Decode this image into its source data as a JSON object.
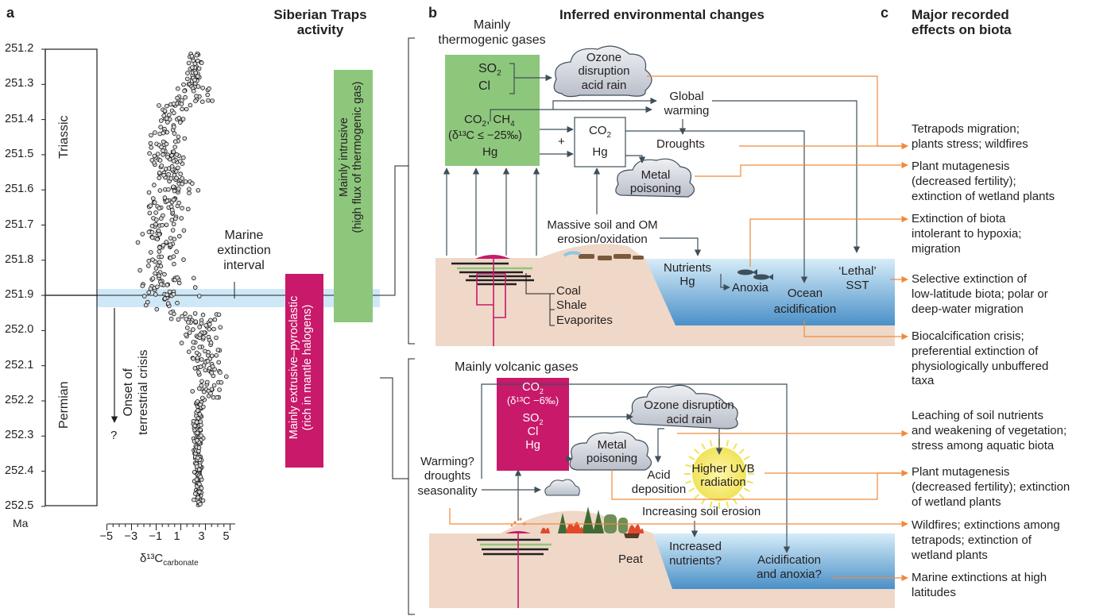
{
  "panel_labels": {
    "a": "a",
    "b": "b",
    "c": "c"
  },
  "headers": {
    "traps_1": "Siberian Traps",
    "traps_2": "activity",
    "inferred": "Inferred environmental  changes",
    "major_1": "Major recorded",
    "major_2": "effects on biota"
  },
  "panel_a": {
    "yticks": [
      "251.2",
      "251.3",
      "251.4",
      "251.5",
      "251.6",
      "251.7",
      "251.8",
      "251.9",
      "252.0",
      "252.1",
      "252.2",
      "252.3",
      "252.4",
      "252.5"
    ],
    "y_unit": "Ma",
    "xticks": [
      "−5",
      "−3",
      "−1",
      "1",
      "3",
      "5"
    ],
    "x_label_main": "δ¹³C",
    "x_label_sub": "carbonate",
    "period_triassic": "Triassic",
    "period_permian": "Permian",
    "marine_1": "Marine",
    "marine_2": "extinction",
    "marine_3": "interval",
    "onset_1": "Onset of",
    "onset_2": "terrestrial crisis",
    "question": "?"
  },
  "traps_bars": {
    "intrusive_1": "Mainly intrusive",
    "intrusive_2": "(high flux of thermogenic gas)",
    "extrusive_1": "Mainly extrusive–pyroclastic",
    "extrusive_2": "(rich in mantle halogens)"
  },
  "top_scenario": {
    "title_1": "Mainly",
    "title_2": "thermogenic gases",
    "gas_so2": "SO",
    "gas_so2_sub": "2",
    "gas_cl": "Cl",
    "gas_co2ch4": "CO",
    "gas_co2ch4_sub": "2",
    "gas_co2ch4_rest": ", CH",
    "gas_ch4_sub": "4",
    "gas_d13c": "(δ¹³C ≤ −25‰)",
    "gas_hg": "Hg",
    "plus": "+",
    "box_co2": "CO",
    "box_co2_sub": "2",
    "box_hg": "Hg",
    "cloud_ozone_1": "Ozone",
    "cloud_ozone_2": "disruption",
    "cloud_ozone_3": "acid rain",
    "global_1": "Global",
    "global_2": "warming",
    "droughts": "Droughts",
    "metal_1": "Metal",
    "metal_2": "poisoning",
    "massive_1": "Massive soil and OM",
    "massive_2": "erosion/oxidation",
    "nutrients_1": "Nutrients",
    "nutrients_2": "Hg",
    "anoxia": "Anoxia",
    "ocean_1": "Ocean",
    "ocean_2": "acidification",
    "lethal_1": "‘Lethal’",
    "lethal_2": "SST",
    "rocks_1": "Coal",
    "rocks_2": "Shale",
    "rocks_3": "Evaporites"
  },
  "bottom_scenario": {
    "title": "Mainly volcanic gases",
    "gas_co2": "CO",
    "gas_co2_sub": "2",
    "gas_d13c": "(δ¹³C −6‰)",
    "gas_so2": "SO",
    "gas_so2_sub": "2",
    "gas_cl": "Cl",
    "gas_hg": "Hg",
    "cloud_ozone_1": "Ozone disruption",
    "cloud_ozone_2": "acid rain",
    "metal_1": "Metal",
    "metal_2": "poisoning",
    "warming_1": "Warming?",
    "warming_2": "droughts",
    "warming_3": "seasonality",
    "acid_1": "Acid",
    "acid_2": "deposition",
    "uvb_1": "Higher UVB",
    "uvb_2": "radiation",
    "erosion": "Increasing soil erosion",
    "peat": "Peat",
    "nutrients_1": "Increased",
    "nutrients_2": "nutrients?",
    "acidif_1": "Acidification",
    "acidif_2": "and anoxia?"
  },
  "effects": [
    [
      "Tetrapods migration;",
      "plants stress; wildfires"
    ],
    [
      "Plant mutagenesis",
      "(decreased fertility);",
      "extinction of wetland plants"
    ],
    [
      "Extinction of biota",
      "intolerant to hypoxia;",
      "migration"
    ],
    [
      "Selective extinction of",
      "low-latitude biota; polar or",
      "deep-water migration"
    ],
    [
      "Biocalcification crisis;",
      "preferential extinction of",
      "physiologically unbuffered",
      "taxa"
    ],
    [
      "Leaching of soil nutrients",
      "and weakening of vegetation;",
      "stress among aquatic biota"
    ],
    [
      "Plant mutagenesis",
      "(decreased fertility); extinction",
      "of wetland plants"
    ],
    [
      "Wildfires; extinctions among",
      "tetrapods; extinction of",
      "wetland plants"
    ],
    [
      "Marine extinctions at high",
      "latitudes"
    ]
  ],
  "colors": {
    "green": "#8dc77c",
    "magenta": "#c8196a",
    "orange": "#f08a3c",
    "arrow": "#3f4f5a",
    "band": "#cfe8f7",
    "land": "#efd8c8",
    "sea_top": "#cfe7f5",
    "sea_bottom": "#4a93cc",
    "cloud": "#c9cdd6",
    "sun": "#f3ea72"
  }
}
